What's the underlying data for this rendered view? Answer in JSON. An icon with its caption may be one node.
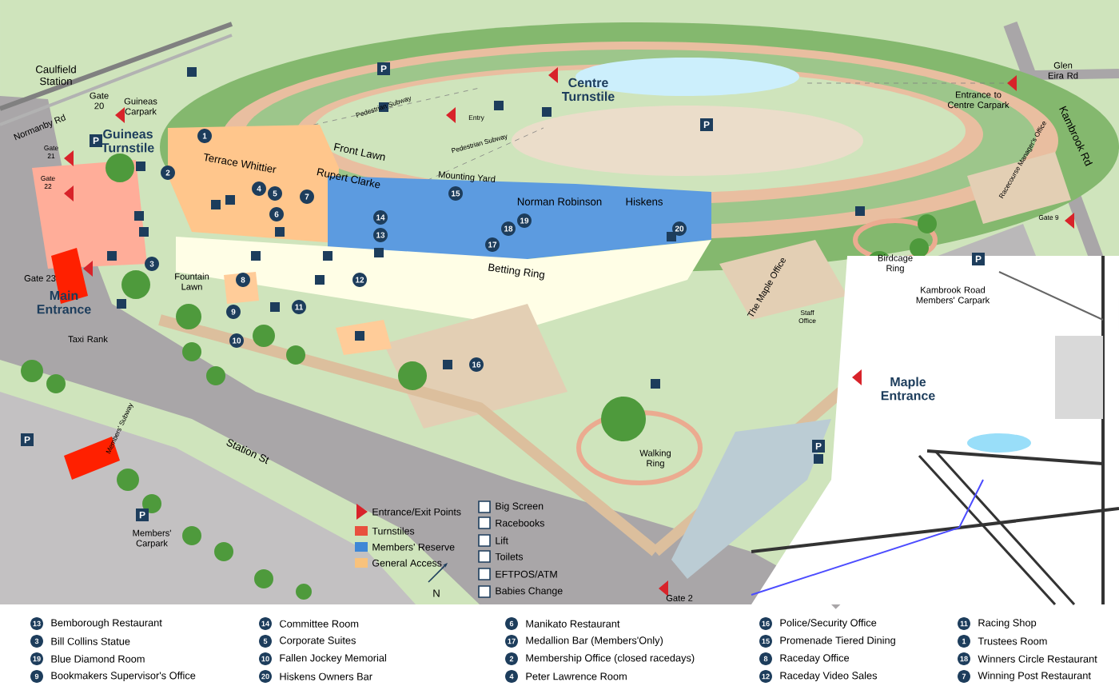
{
  "diagram": {
    "labels": [
      "Caulfield Station",
      "Gate 20",
      "Guineas Carpark",
      "Normanby Rd",
      "Guineas Turnstile",
      "Gate 21",
      "Gate 22",
      "Pedestrian Subway",
      "Entry",
      "Centre Turnstile",
      "Entrance to Centre Carpark",
      "Glen Eira Rd",
      "Racecourse Manager's Office",
      "Kambrook Rd",
      "Terrace Whittier",
      "Front Lawn",
      "Pedestrian Subway",
      "Rupert Clarke",
      "Mounting Yard",
      "Norman Robinson",
      "Hiskens",
      "Birdcage Ring",
      "Gate 9",
      "Betting Ring",
      "Fountain Lawn",
      "Gate 23",
      "Main Entrance",
      "The Maple Office",
      "Staff Office",
      "Kambrook Road Members' Carpark",
      "Taxi Rank",
      "Maple Entrance",
      "Members' Subway",
      "Station St",
      "Walking Ring",
      "Members' Carpark",
      "Gate 2",
      "N",
      "1",
      "2",
      "3",
      "4",
      "5",
      "6",
      "7",
      "8",
      "9",
      "10",
      "11",
      "12",
      "13",
      "14",
      "15",
      "16",
      "17",
      "18",
      "19",
      "20",
      "P",
      "P",
      "P",
      "P",
      "P",
      "P",
      "P",
      "13",
      "Bemborough Restaurant",
      "14",
      "Committee Room",
      "6",
      "Manikato Restaurant",
      "16",
      "Police/Security Office",
      "11",
      "Racing Shop",
      "3",
      "Bill Collins Statue",
      "5",
      "Corporate Suites",
      "17",
      "Medallion Bar (Members'Only)",
      "15",
      "Promenade Tiered Dining",
      "1",
      "Trustees Room",
      "19",
      "Blue Diamond Room",
      "10",
      "Fallen Jockey Memorial",
      "2",
      "Membership Office (closed racedays)",
      "8",
      "Raceday Office",
      "18",
      "Winners Circle Restaurant",
      "9",
      "Bookmakers Supervisor's Office",
      "20",
      "Hiskens Owners Bar",
      "4",
      "Peter Lawrence Room",
      "12",
      "Raceday Video Sales",
      "7",
      "Winning Post Restaurant"
    ],
    "legend": [
      {
        "text": "Entrance/Exit Points"
      },
      {
        "text": "Turnstiles",
        "color": "#e8503e"
      },
      {
        "text": "Members' Reserve",
        "color": "#3f87d6"
      },
      {
        "text": "General Access",
        "color": "#f8c27c"
      },
      {
        "text": "Big Screen"
      },
      {
        "text": "Racebooks"
      },
      {
        "text": "Lift"
      },
      {
        "text": "Toilets"
      },
      {
        "text": "EFTPOS/ATM"
      },
      {
        "text": "Babies Change"
      }
    ]
  }
}
